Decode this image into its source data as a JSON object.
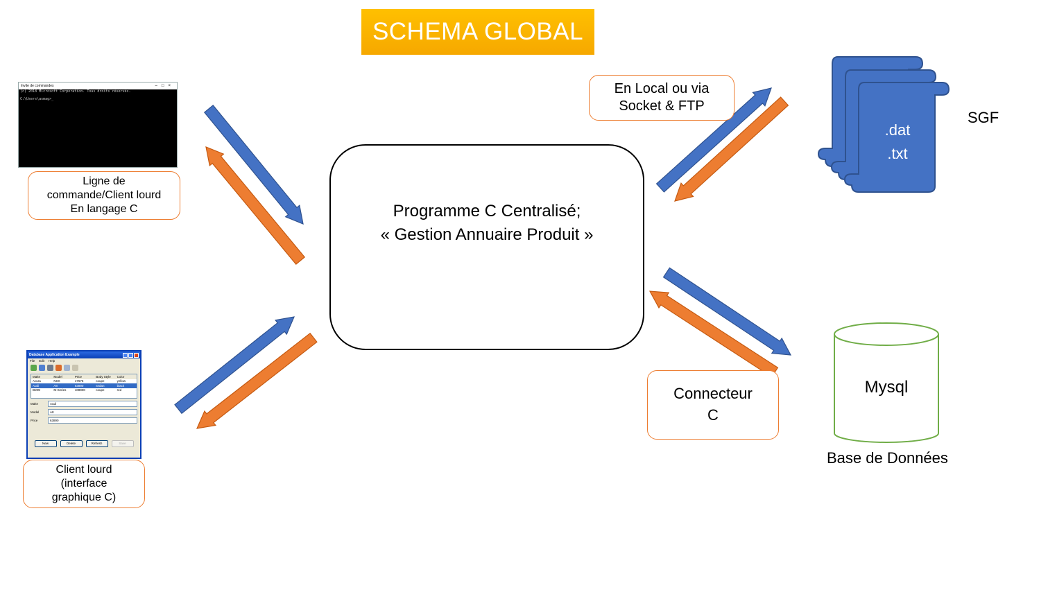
{
  "title": "SCHEMA GLOBAL",
  "central": {
    "line1": "Programme C Centralisé;",
    "line2": "« Gestion Annuaire Produit »"
  },
  "cli_client": {
    "lines": [
      "Ligne de",
      "commande/Client lourd",
      "En langage C"
    ]
  },
  "gui_client": {
    "lines": [
      "Client lourd",
      "(interface",
      "graphique C)"
    ]
  },
  "transport": {
    "lines": [
      "En Local ou via",
      "Socket & FTP"
    ]
  },
  "connector": {
    "lines": [
      "Connecteur",
      "C"
    ]
  },
  "sgf": {
    "label": "SGF",
    "file_types": [
      ".dat",
      ".txt"
    ]
  },
  "database": {
    "name": "Mysql",
    "caption": "Base de Données"
  },
  "cmd_window": {
    "title": "Invite de commandes",
    "controls": "–□×",
    "lines": [
      "(c) 2018 Microsoft Corporation. Tous droits réservés.",
      "",
      "C:\\Users\\asmag>_"
    ]
  },
  "gui_window": {
    "title": "Database Application Example",
    "menu": [
      "File",
      "Edit",
      "Help"
    ],
    "columns": [
      "Make",
      "Model",
      "Price",
      "Body Style",
      "Color"
    ],
    "rows": [
      [
        "Acura",
        "NSX",
        "47675",
        "coupe",
        "yellow"
      ],
      [
        "Audi",
        "A8",
        "63890",
        "sedan",
        "black"
      ],
      [
        "BMW",
        "M-Series",
        "108900",
        "coupe",
        "red"
      ]
    ],
    "selected_row": 1,
    "fields": [
      {
        "label": "Make",
        "value": "Audi"
      },
      {
        "label": "Model",
        "value": "A8"
      },
      {
        "label": "Price",
        "value": "63890"
      }
    ],
    "buttons": [
      "New",
      "Delete",
      "Refresh",
      "Save"
    ]
  },
  "colors": {
    "blue_arrow": "#4472c4",
    "orange_arrow": "#ed7d31",
    "title_bg": "#ffc000",
    "doc_fill": "#4472c4",
    "db_stroke": "#70ad47"
  }
}
